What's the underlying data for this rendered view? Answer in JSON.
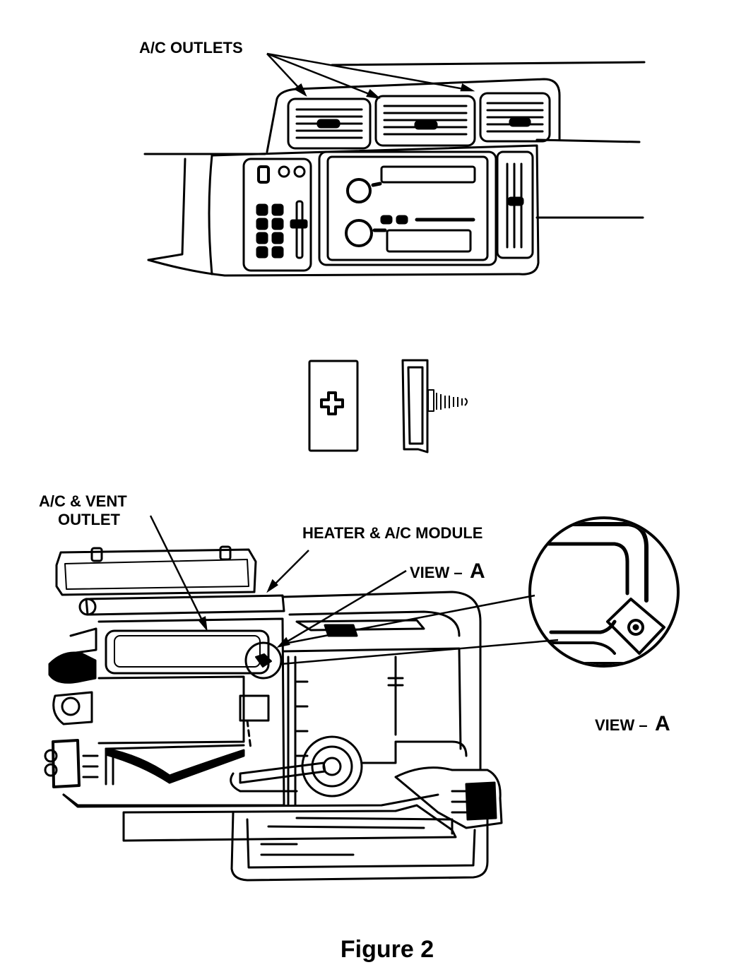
{
  "labels": {
    "ac_outlets": "A/C OUTLETS",
    "ac_vent_outlet_line1": "A/C & VENT",
    "ac_vent_outlet_line2": "OUTLET",
    "heater_module": "HEATER & A/C MODULE",
    "view_a_prefix": "VIEW –",
    "view_a_letter": "A"
  },
  "caption": "Figure 2"
}
